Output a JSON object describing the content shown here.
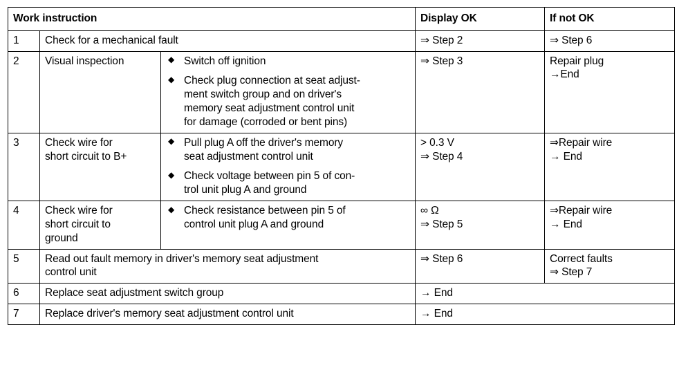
{
  "table": {
    "headers": {
      "work_instruction": "Work instruction",
      "display_ok": "Display OK",
      "if_not_ok": "If not OK"
    },
    "bullet_glyph": "◆",
    "rows": [
      {
        "step": "1",
        "description": "Check for a mechanical fault",
        "details": [],
        "display_ok": [
          "⇒ Step 2"
        ],
        "if_not_ok": [
          "⇒ Step 6"
        ]
      },
      {
        "step": "2",
        "description": "Visual inspection",
        "details": [
          "Switch off ignition",
          "Check plug connection at seat adjust-ment switch group and on driver's memory seat adjustment control unit for damage (corroded or bent pins)"
        ],
        "detail_lines": [
          [
            "Switch off ignition"
          ],
          [
            "Check plug connection at seat adjust-",
            "ment switch group and on driver's",
            "memory seat adjustment control unit",
            "for damage (corroded or bent pins)"
          ]
        ],
        "display_ok": [
          "⇒ Step 3"
        ],
        "if_not_ok": [
          "Repair plug",
          "→End"
        ]
      },
      {
        "step": "3",
        "description": "Check wire for short circuit to B+",
        "description_lines": [
          "Check wire for",
          "short circuit to B+"
        ],
        "details": [
          "Pull plug A off the driver's memory seat adjustment control unit",
          "Check voltage between pin 5 of control unit plug A and ground"
        ],
        "detail_lines": [
          [
            "Pull plug A off the driver's memory",
            "seat adjustment control unit"
          ],
          [
            "Check voltage between pin 5 of con-",
            "trol unit plug A and ground"
          ]
        ],
        "display_ok": [
          "> 0.3 V",
          "⇒ Step 4"
        ],
        "if_not_ok": [
          "⇒Repair wire",
          "→ End"
        ]
      },
      {
        "step": "4",
        "description": "Check wire for short circuit to ground",
        "description_lines": [
          "Check wire for",
          "short circuit to",
          "ground"
        ],
        "details": [
          "Check resistance between pin 5 of control unit plug A and ground"
        ],
        "detail_lines": [
          [
            "Check resistance between pin 5 of",
            "control unit plug A and ground"
          ]
        ],
        "display_ok": [
          "∞ Ω",
          "⇒ Step 5"
        ],
        "if_not_ok": [
          "⇒Repair wire",
          "→ End"
        ]
      },
      {
        "step": "5",
        "description": "Read out fault memory in driver's memory seat adjustment control unit",
        "description_lines": [
          "Read out fault memory in driver's memory seat adjustment",
          "control unit"
        ],
        "details": [],
        "display_ok": [
          "⇒ Step 6"
        ],
        "if_not_ok": [
          "Correct faults",
          "⇒ Step 7"
        ]
      },
      {
        "step": "6",
        "description": "Replace seat adjustment switch group",
        "details": [],
        "display_ok": [
          "→ End"
        ],
        "if_not_ok": []
      },
      {
        "step": "7",
        "description": "Replace driver's memory seat adjustment control unit",
        "details": [],
        "display_ok": [
          "→ End"
        ],
        "if_not_ok": []
      }
    ]
  }
}
